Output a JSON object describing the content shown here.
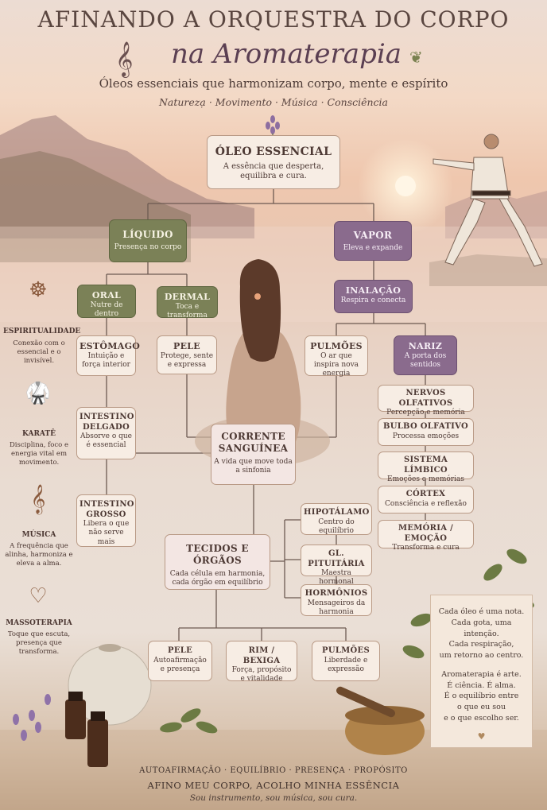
{
  "header": {
    "title": "AFINANDO A ORQUESTRA DO CORPO",
    "script_title": "na Aromaterapia",
    "subtitle": "Óleos essenciais que harmonizam corpo, mente e espírito",
    "tags": "Naturezạ · Movimento · Música · Consciência"
  },
  "nodes": {
    "oleo": {
      "title": "ÓLEO ESSENCIAL",
      "desc": "A essência que desperta, equilibra e cura."
    },
    "liquido": {
      "title": "LÍQUIDO",
      "desc": "Presença no corpo"
    },
    "vapor": {
      "title": "VAPOR",
      "desc": "Eleva e expande"
    },
    "oral": {
      "title": "ORAL",
      "desc": "Nutre de dentro"
    },
    "dermal": {
      "title": "DERMAL",
      "desc": "Toca e transforma"
    },
    "inalacao": {
      "title": "INALAÇÃO",
      "desc": "Respira e conecta"
    },
    "estomago": {
      "title": "ESTÔMAGO",
      "desc": "Intuição e força interior"
    },
    "pele1": {
      "title": "PELE",
      "desc": "Protege, sente e expressa"
    },
    "pulmoes1": {
      "title": "PULMÕES",
      "desc": "O ar que inspira nova energia"
    },
    "nariz": {
      "title": "NARIZ",
      "desc": "A porta dos sentidos"
    },
    "nervos": {
      "title": "NERVOS OLFATIVOS",
      "desc": "Percepção e memória"
    },
    "bulbo": {
      "title": "BULBO OLFATIVO",
      "desc": "Processa emoções"
    },
    "limbico": {
      "title": "SISTEMA LÍMBICO",
      "desc": "Emoções e memórias"
    },
    "cortex": {
      "title": "CÓRTEX",
      "desc": "Consciência e reflexão"
    },
    "memoria": {
      "title": "MEMÓRIA / EMOÇÃO",
      "desc": "Transforma e cura"
    },
    "intestino_d": {
      "title": "INTESTINO DELGADO",
      "desc": "Absorve o que é essencial"
    },
    "corrente": {
      "title": "CORRENTE SANGUÍNEA",
      "desc": "A vida que move toda a sinfonia"
    },
    "intestino_g": {
      "title": "INTESTINO GROSSO",
      "desc": "Libera o que não serve mais"
    },
    "hipotalamo": {
      "title": "HIPOTÁLAMO",
      "desc": "Centro do equilíbrio"
    },
    "pituitaria": {
      "title": "GL. PITUITÁRIA",
      "desc": "Maestra hormonal"
    },
    "hormonios": {
      "title": "HORMÔNIOS",
      "desc": "Mensageiros da harmonia"
    },
    "tecidos": {
      "title": "TECIDOS E ÓRGÃOS",
      "desc": "Cada célula em harmonia, cada órgão em equilíbrio"
    },
    "pele2": {
      "title": "PELE",
      "desc": "Autoafirmação e presença"
    },
    "rim": {
      "title": "RIM / BEXIGA",
      "desc": "Força, propósito e vitalidade"
    },
    "pulmoes2": {
      "title": "PULMÕES",
      "desc": "Liberdade e expressão"
    }
  },
  "side": [
    {
      "icon": "meditation-icon",
      "title": "ESPIRITUALIDADE",
      "desc": "Conexão com o essencial e o invisível."
    },
    {
      "icon": "karate-icon",
      "title": "KARATÊ",
      "desc": "Disciplina, foco e energia vital em movimento."
    },
    {
      "icon": "treble-clef-icon",
      "title": "MÚSICA",
      "desc": "A frequência que alinha, harmoniza e eleva a alma."
    },
    {
      "icon": "hands-heart-icon",
      "title": "MASSOTERAPIA",
      "desc": "Toque que escuta, presença que transforma."
    }
  ],
  "poem": {
    "l1": "Cada óleo é uma nota.",
    "l2": "Cada gota, uma intenção.",
    "l3": "Cada respiração,",
    "l4": "um retorno ao centro.",
    "l5": "Aromaterapia é arte.",
    "l6": "É ciência. É alma.",
    "l7": "É o equilíbrio entre",
    "l8": "o que eu sou",
    "l9": "e o que escolho ser."
  },
  "footer": {
    "values": "AUTOAFIRMAÇÃO · EQUILÍBRIO · PRESENÇA · PROPÓSITO",
    "motto": "AFINO MEU CORPO, ACOLHO MINHA ESSÊNCIA",
    "tagline": "Sou instrumento, sou música, sou cura."
  },
  "colors": {
    "green": "#7b8157",
    "purple": "#8a6b8d",
    "cream": "#f7ede4",
    "line": "#6d5a52"
  }
}
